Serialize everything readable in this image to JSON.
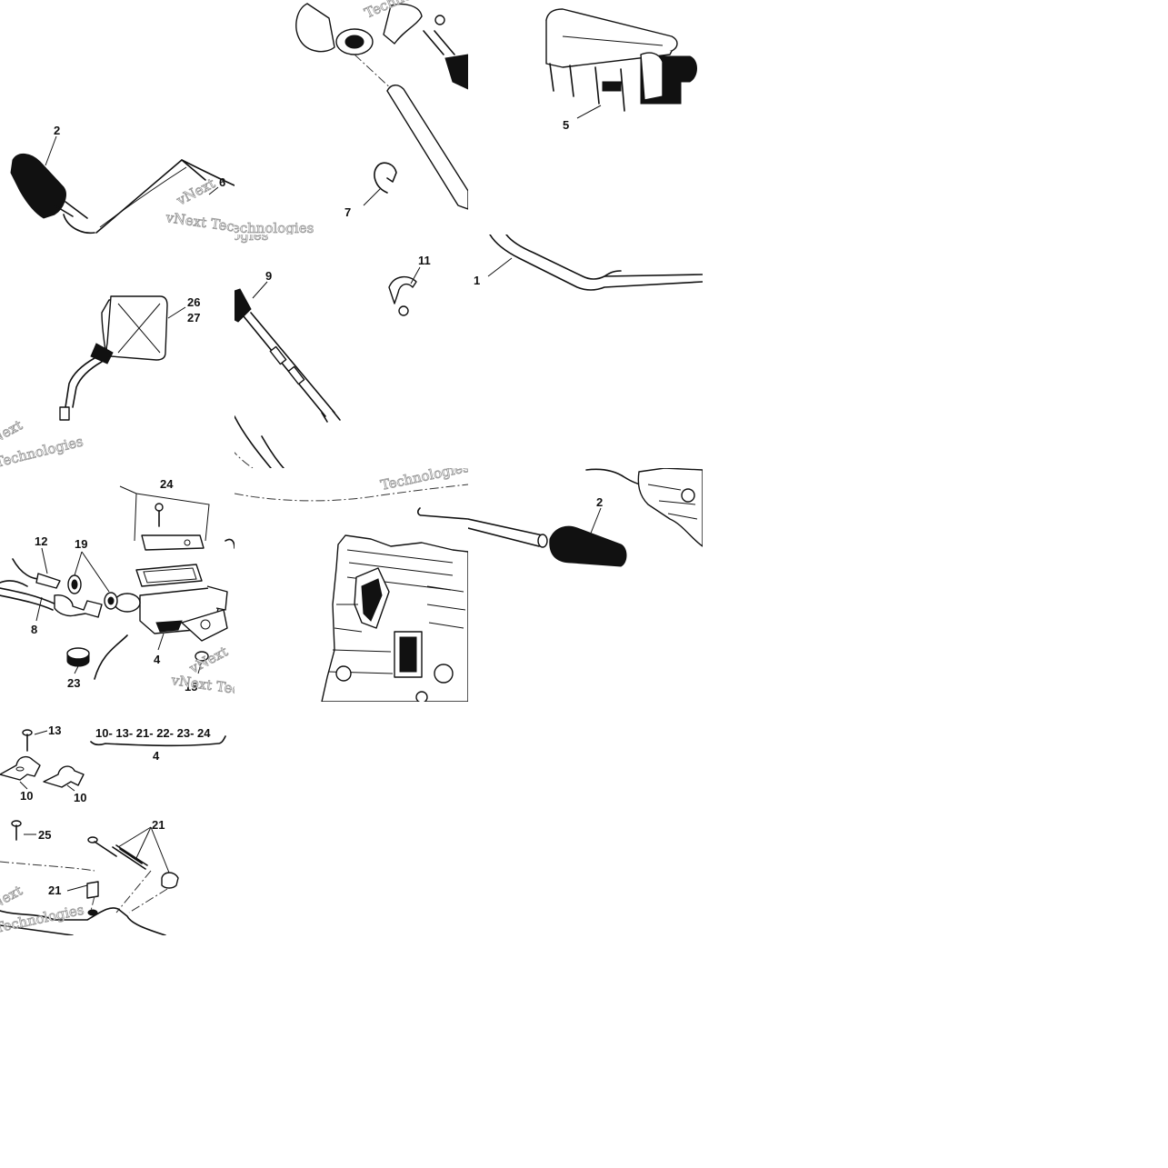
{
  "watermark": {
    "brand": "vNext",
    "word": "Technologies",
    "full": "vNext Technologies"
  },
  "labels": {
    "grip_left": "2",
    "grip_right": "2",
    "handlebar": "1",
    "cover": "5",
    "hose_top": "6",
    "clip": "7",
    "cable_guide": "11",
    "throttle_cable": "9",
    "mirror_a": "26",
    "mirror_b": "27",
    "reservoir_cap_screw": "24",
    "banjo_bolt": "12",
    "washers": "19",
    "hose": "8",
    "master_cylinder": "4",
    "cap": "23",
    "nut": "15",
    "screw_13": "13",
    "clamp_a": "10",
    "clamp_b": "10",
    "kit_list": "10- 13- 21- 22- 23- 24",
    "kit_number": "4",
    "screw_25": "25",
    "lever_parts_top": "21",
    "lever_parts_left": "21"
  }
}
